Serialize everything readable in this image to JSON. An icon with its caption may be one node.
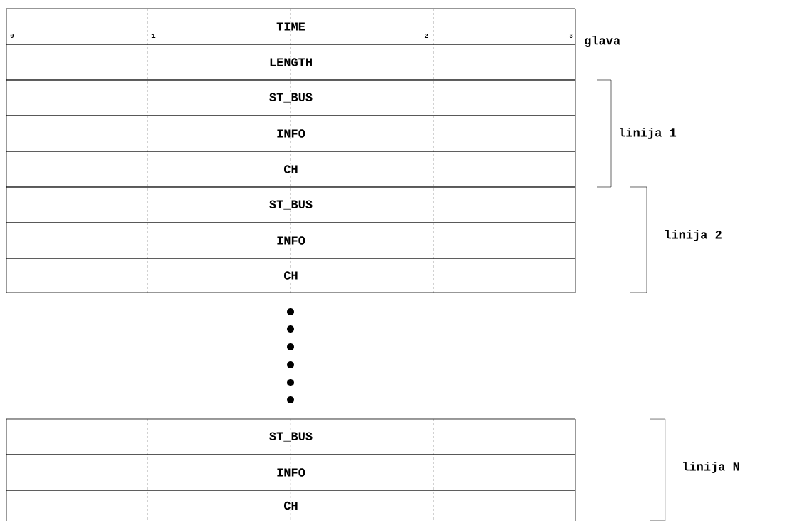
{
  "diagram": {
    "nodes": [
      {
        "text": [
          "TIME"
        ]
      },
      {
        "text": [
          "LENGTH"
        ]
      },
      {
        "text": [
          "ST_BUS"
        ]
      },
      {
        "text": [
          "INFO"
        ]
      },
      {
        "text": [
          "CH"
        ]
      },
      {
        "text": [
          "ST_BUS"
        ]
      },
      {
        "text": [
          "INFO"
        ]
      },
      {
        "text": [
          "CH"
        ]
      },
      {
        "text": [
          "ST_BUS"
        ]
      },
      {
        "text": [
          "INFO"
        ]
      },
      {
        "text": [
          "CH"
        ]
      }
    ],
    "edges": [],
    "labels": [
      "0",
      "1",
      "2",
      "3",
      "glava",
      "linija 1",
      "linija 2",
      "linija N"
    ]
  }
}
